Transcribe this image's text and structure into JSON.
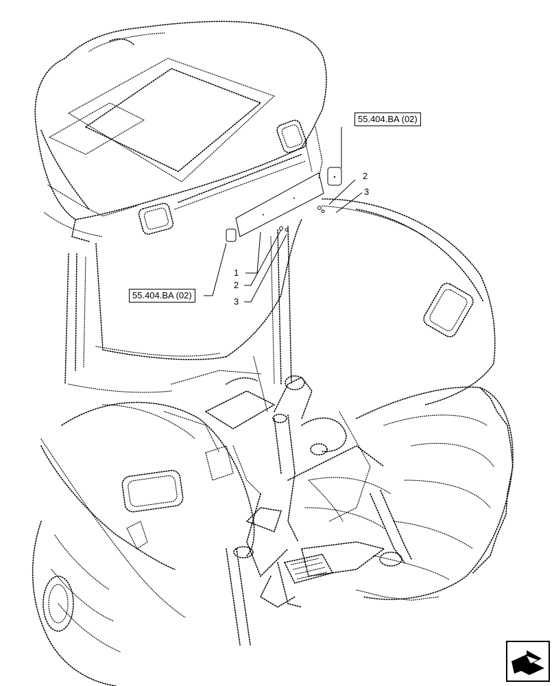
{
  "references": {
    "top_right": "55.404.BA (02)",
    "left": "55.404.BA (02)"
  },
  "callouts": {
    "right_2": "2",
    "right_3": "3",
    "left_1": "1",
    "left_2": "2",
    "left_3": "3"
  },
  "icons": {
    "corner": "view-orientation-arrow-icon"
  }
}
